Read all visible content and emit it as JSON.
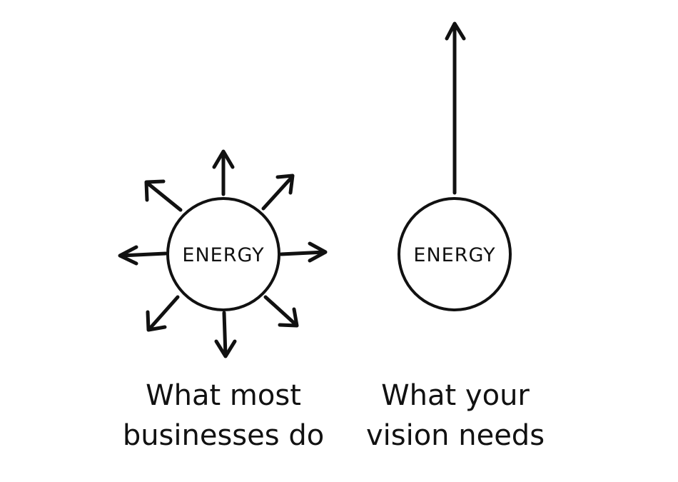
{
  "left_diagram": {
    "circle_label": "ENERGY",
    "caption_line1": "What most",
    "caption_line2": "businesses do"
  },
  "right_diagram": {
    "circle_label": "ENERGY",
    "caption_line1": "What your",
    "caption_line2": "vision needs"
  }
}
